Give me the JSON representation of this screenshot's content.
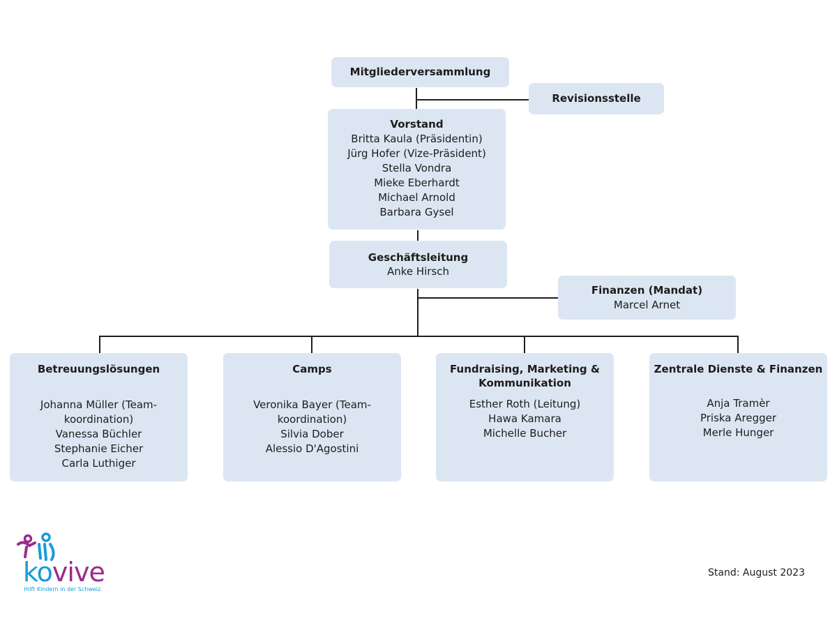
{
  "org": {
    "mitglieder": {
      "title": "Mitgliederversammlung"
    },
    "revision": {
      "title": "Revisionsstelle"
    },
    "vorstand": {
      "title": "Vorstand",
      "members": [
        "Britta Kaula (Präsidentin)",
        "Jürg Hofer (Vize-Präsident)",
        "Stella Vondra",
        "Mieke Eberhardt",
        "Michael Arnold",
        "Barbara Gysel"
      ]
    },
    "geschaeftsleitung": {
      "title": "Geschäftsleitung",
      "members": [
        "Anke Hirsch"
      ]
    },
    "finanzen_mandat": {
      "title": "Finanzen (Mandat)",
      "members": [
        "Marcel Arnet"
      ]
    },
    "departments": [
      {
        "title": "Betreuungslösungen",
        "members": [
          "Johanna Müller (Team-",
          "koordination)",
          "Vanessa Büchler",
          "Stephanie Eicher",
          "Carla Luthiger"
        ]
      },
      {
        "title": "Camps",
        "members": [
          "Veronika Bayer (Team-",
          "koordination)",
          "Silvia Dober",
          "Alessio D'Agostini"
        ]
      },
      {
        "title_lines": [
          "Fundraising, Marketing &",
          "Kommunikation"
        ],
        "members": [
          "Esther Roth (Leitung)",
          "Hawa Kamara",
          "Michelle Bucher"
        ]
      },
      {
        "title": "Zentrale Dienste & Finanzen",
        "members": [
          "Anja Tramèr",
          "Priska Aregger",
          "Merle Hunger"
        ]
      }
    ]
  },
  "footer": {
    "stand": "Stand: August 2023"
  },
  "logo": {
    "wordmark_part1": "ko",
    "wordmark_part2": "vive",
    "tagline": "Hilft Kindern in der Schweiz.",
    "icon": "kovive-figures-icon",
    "colors": {
      "blue": "#1a9bd7",
      "magenta": "#9b2b8d"
    }
  },
  "colors": {
    "box_fill": "#dce6f3",
    "line": "#1d1d1b"
  }
}
